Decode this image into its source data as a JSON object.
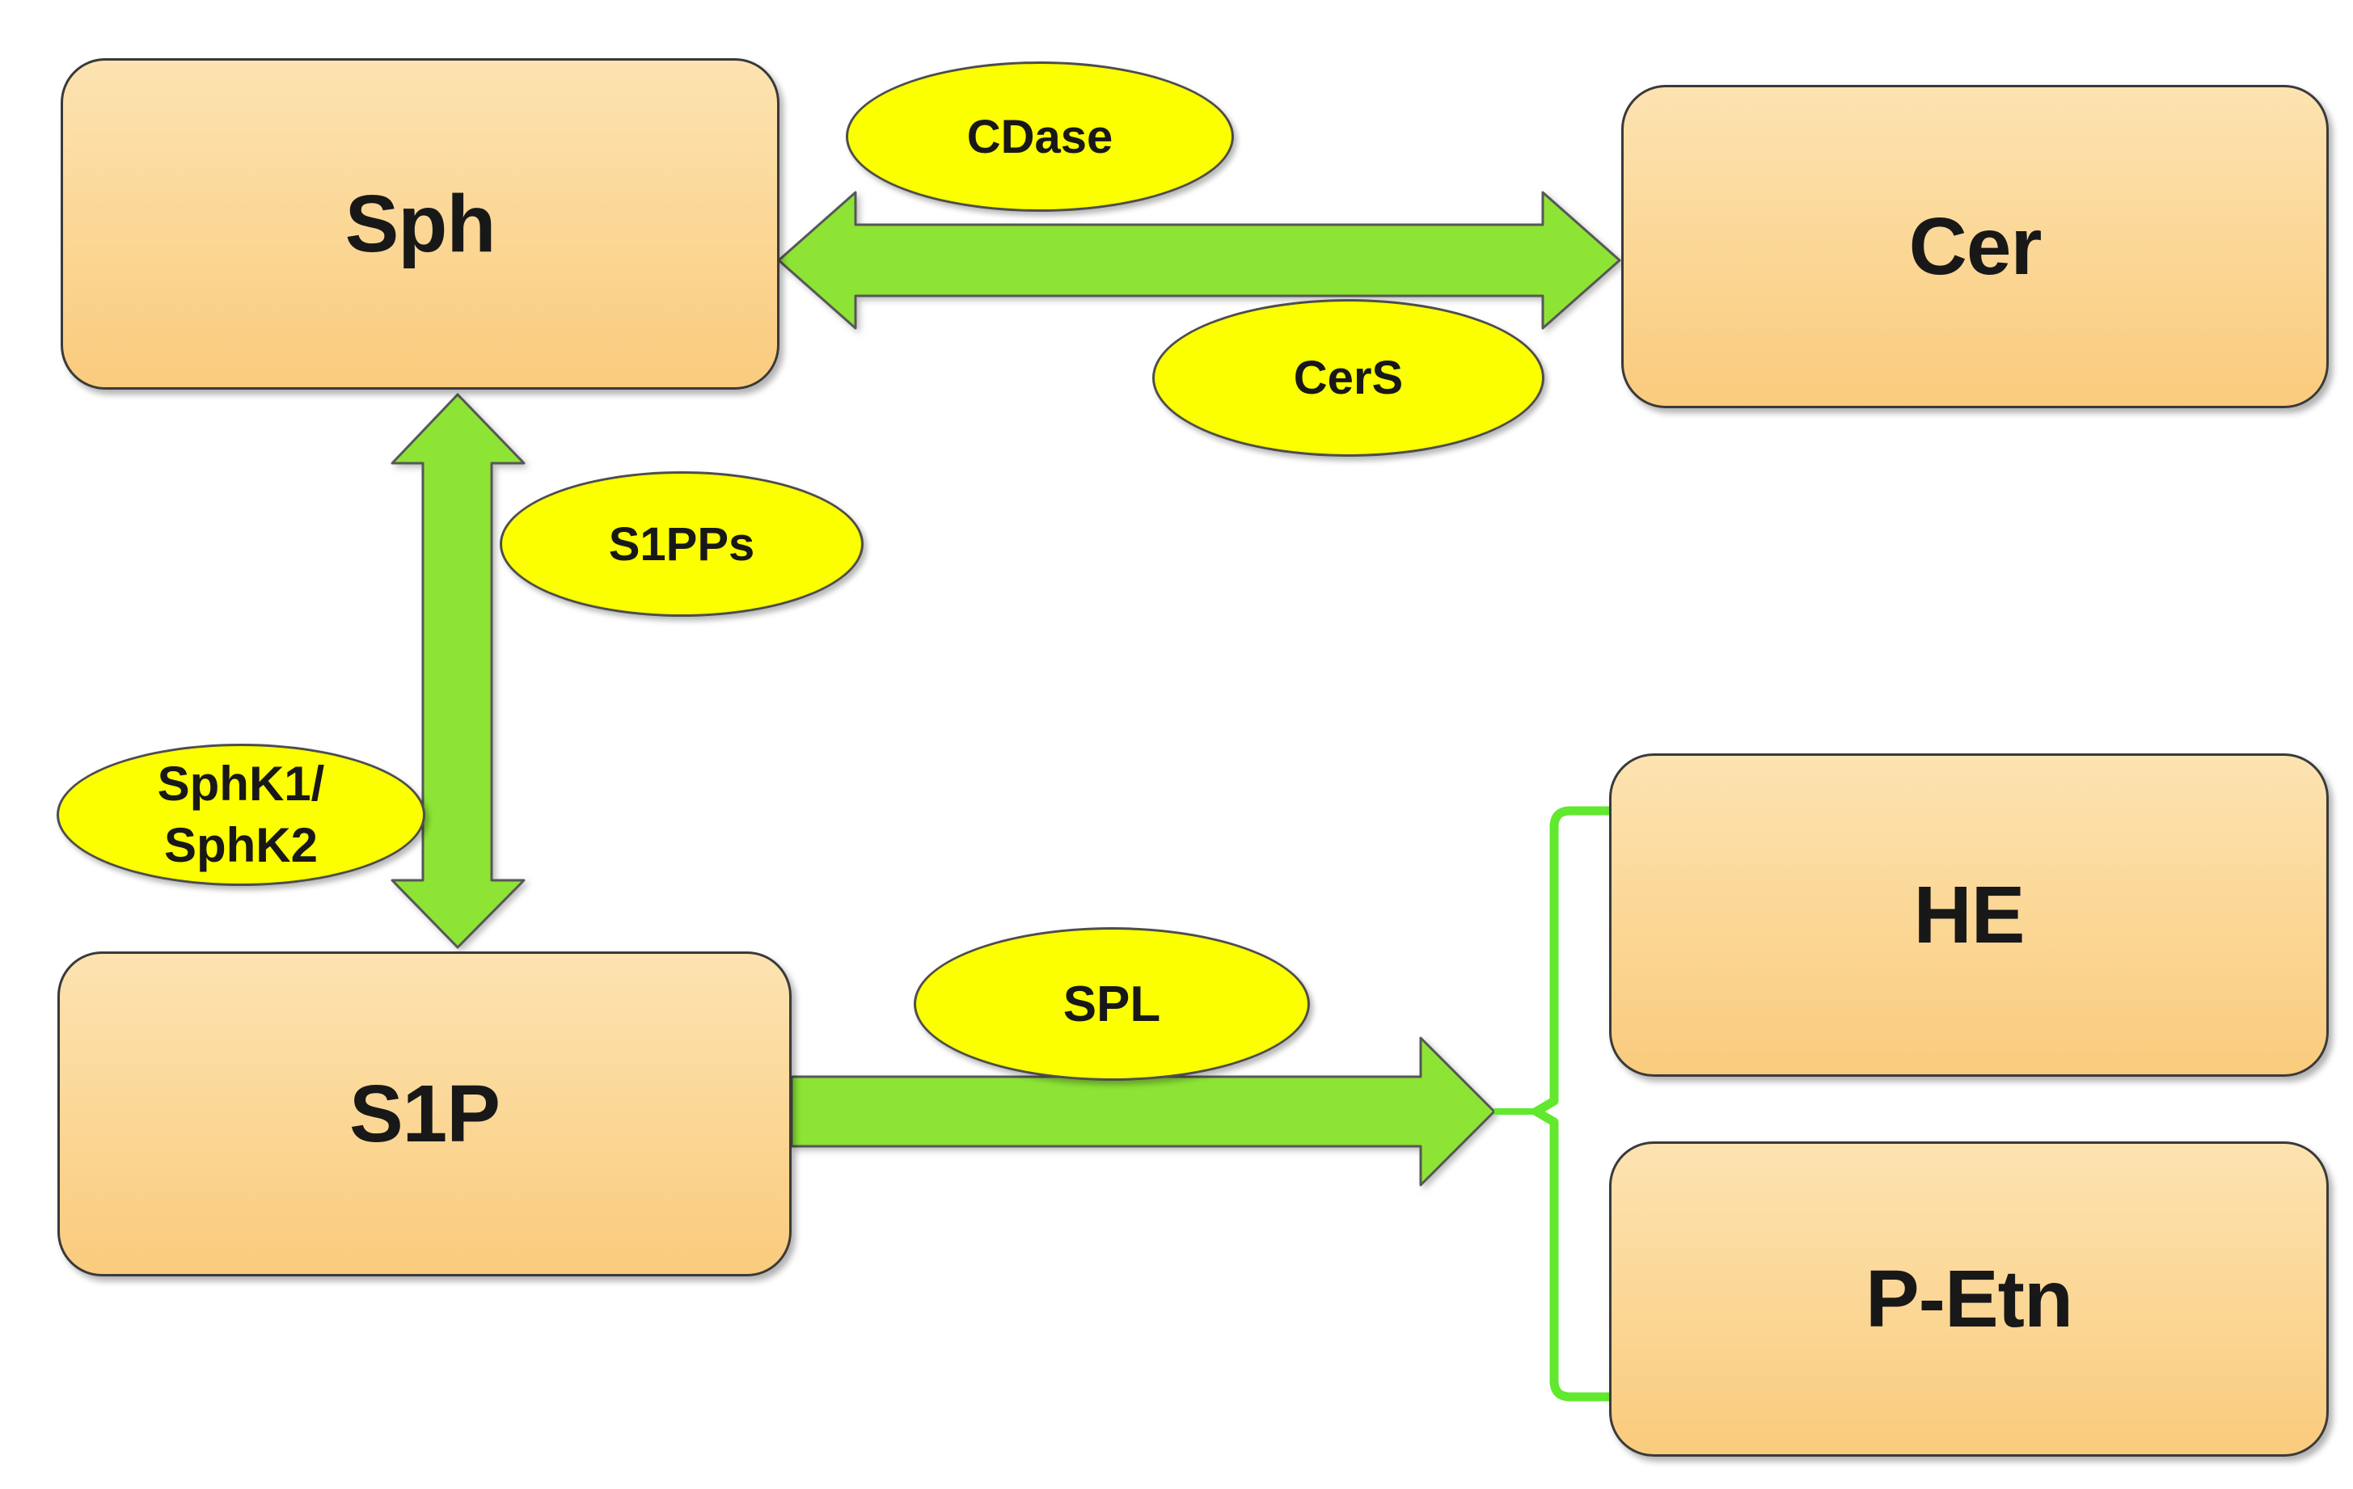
{
  "nodes": {
    "sph": {
      "label": "Sph"
    },
    "cer": {
      "label": "Cer"
    },
    "s1p": {
      "label": "S1P"
    },
    "he": {
      "label": "HE"
    },
    "petn": {
      "label": "P-Etn"
    }
  },
  "enzymes": {
    "cdase": {
      "label": "CDase"
    },
    "cers": {
      "label": "CerS"
    },
    "s1pps": {
      "label": "S1PPs"
    },
    "sphk": {
      "line1": "SphK1/",
      "line2": "SphK2"
    },
    "spl": {
      "label": "SPL"
    }
  },
  "colors": {
    "node_fill_top": "#FCE3B1",
    "node_fill_mid": "#FBD694",
    "node_fill_bottom": "#FACB7D",
    "node_border": "#3A3A3A",
    "enzyme_fill": "#FBFF00",
    "enzyme_border": "#4D4D4D",
    "arrow_fill": "#8DE435",
    "arrow_border": "#575757",
    "bracket_stroke": "#62E82E",
    "text_color": "#181818",
    "background": "#FFFFFF"
  }
}
